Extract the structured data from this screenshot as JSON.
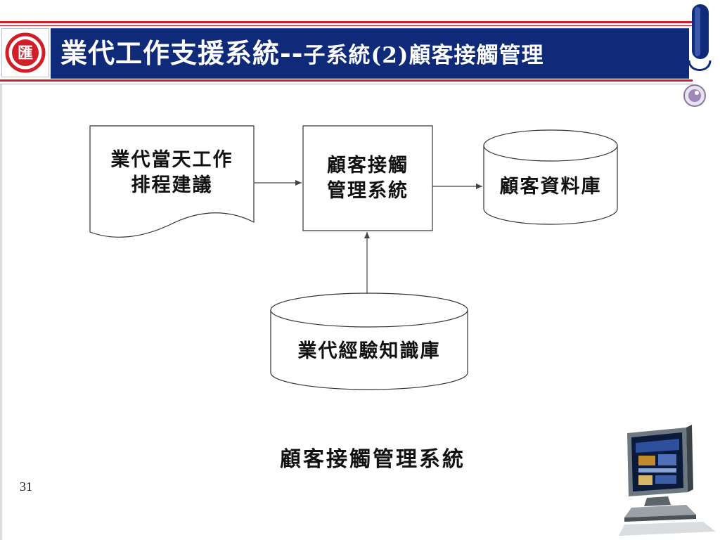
{
  "title": {
    "main": "業代工作支援系統--",
    "sub": "子系統(2)顧客接觸管理"
  },
  "diagram": {
    "nodes": {
      "document": {
        "line1": "業代當天工作",
        "line2": "排程建議"
      },
      "process": {
        "line1": "顧客接觸",
        "line2": "管理系統"
      },
      "customer_db": {
        "label": "顧客資料庫"
      },
      "knowledge_db": {
        "label": "業代經驗知識庫"
      }
    },
    "caption": "顧客接觸管理系統"
  },
  "page_number": "31",
  "logo": {
    "glyph": "匯"
  },
  "colors": {
    "title_bar": "#0f2a78",
    "accent_red": "#d11f2a",
    "title_text": "#ffffff"
  },
  "icons": [
    "company-logo-icon",
    "corner-decoration-icon",
    "monitor-icon"
  ]
}
